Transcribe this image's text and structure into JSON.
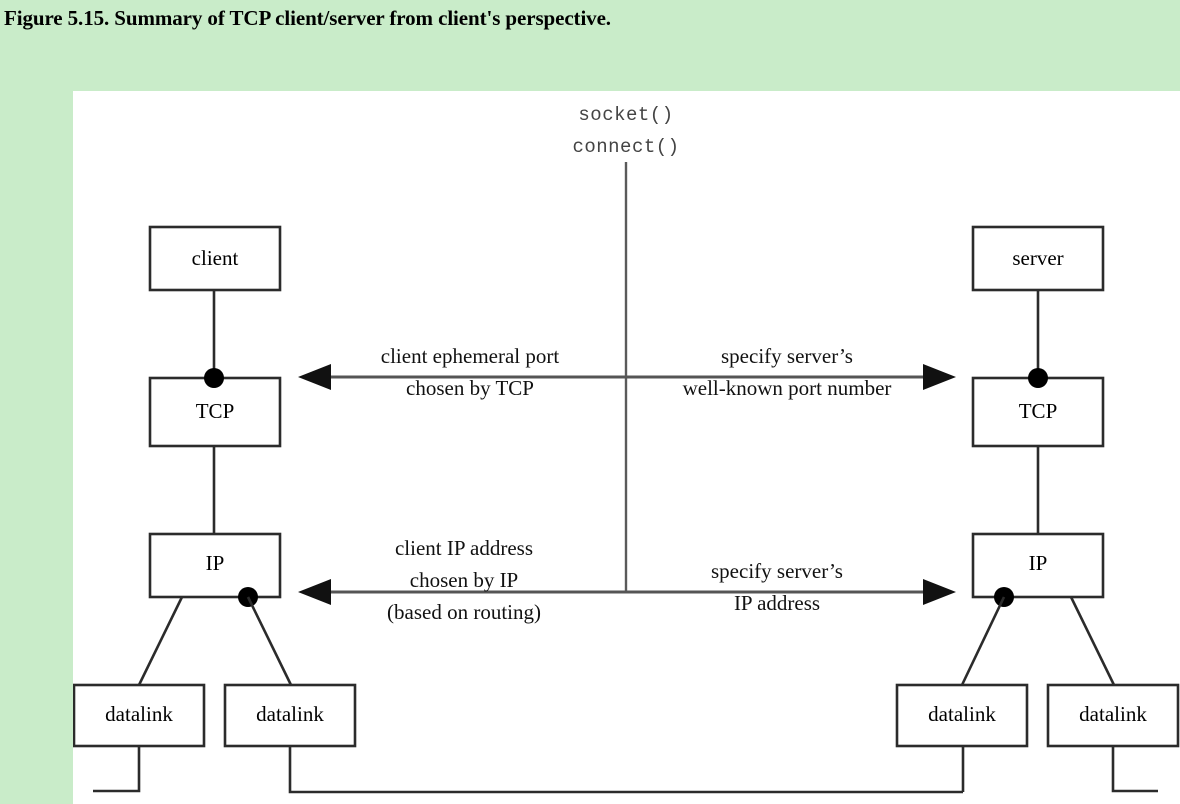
{
  "figure": {
    "title": "Figure 5.15. Summary of TCP client/server from client's perspective."
  },
  "colors": {
    "page_background": "#c9ecc9",
    "canvas_background": "#ffffff",
    "stroke": "#2b2b2b",
    "text": "#000000"
  },
  "diagram": {
    "api_calls": {
      "line1": "socket()",
      "line2": "connect()"
    },
    "client_stack": {
      "app": "client",
      "transport": "TCP",
      "network": "IP",
      "datalink_left": "datalink",
      "datalink_right": "datalink"
    },
    "server_stack": {
      "app": "server",
      "transport": "TCP",
      "network": "IP",
      "datalink_left": "datalink",
      "datalink_right": "datalink"
    },
    "annotations": {
      "tcp_left": {
        "line1": "client ephemeral port",
        "line2": "chosen by TCP"
      },
      "tcp_right": {
        "line1": "specify server’s",
        "line2": "well-known port number"
      },
      "ip_left": {
        "line1": "client IP address",
        "line2": "chosen by IP",
        "line3": "(based on routing)"
      },
      "ip_right": {
        "line1": "specify server’s",
        "line2": "IP address"
      }
    }
  }
}
